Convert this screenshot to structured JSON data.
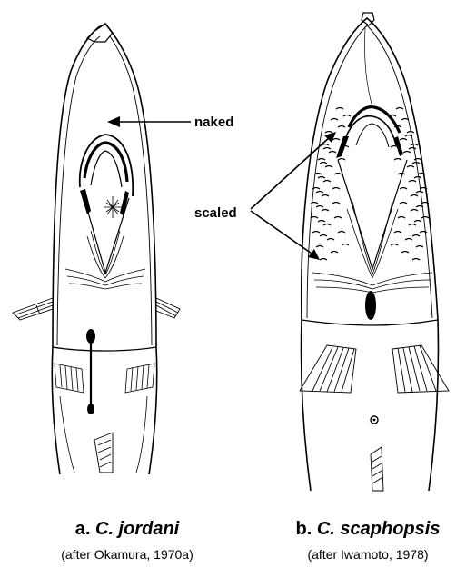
{
  "annotations": {
    "naked": "naked",
    "scaled": "scaled"
  },
  "figures": [
    {
      "letter": "a.",
      "species": "C. jordani",
      "source": "(after Okamura, 1970a)"
    },
    {
      "letter": "b.",
      "species": "C. scaphopsis",
      "source": "(after Iwamoto, 1978)"
    }
  ]
}
